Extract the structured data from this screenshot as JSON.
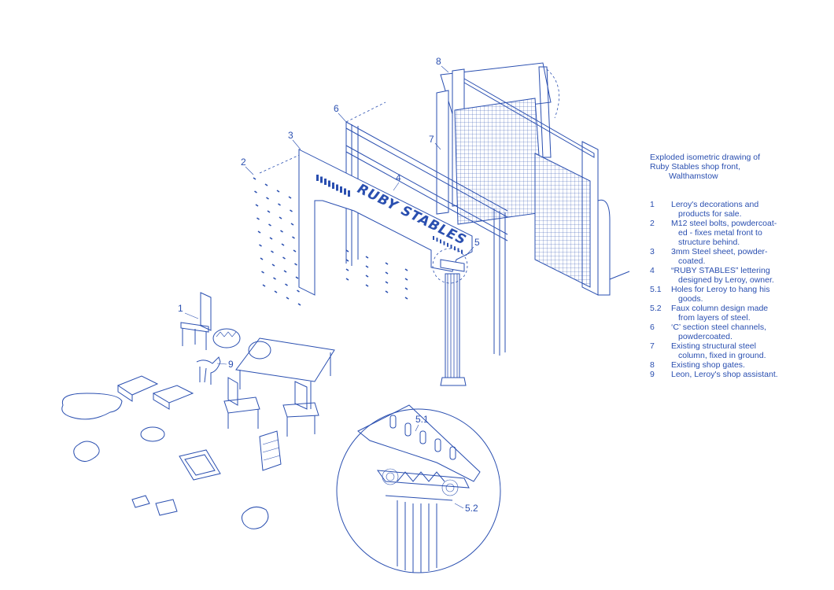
{
  "legend": {
    "title_lines": [
      "Exploded isometric drawing of",
      "Ruby Stables shop front,",
      "Walthamstow"
    ],
    "items": [
      {
        "num": "1",
        "lines": [
          "Leroy's decorations and",
          "products for sale."
        ]
      },
      {
        "num": "2",
        "lines": [
          "M12 steel bolts, powdercoat-",
          "ed - fixes metal front to",
          "structure behind."
        ]
      },
      {
        "num": "3",
        "lines": [
          "3mm Steel sheet, powder-",
          "coated."
        ]
      },
      {
        "num": "4",
        "lines": [
          "“RUBY STABLES” lettering",
          "designed by Leroy, owner."
        ]
      },
      {
        "num": "5.1",
        "lines": [
          "Holes for Leroy to hang his",
          "goods."
        ]
      },
      {
        "num": "5.2",
        "lines": [
          "Faux column design made",
          "from layers of steel."
        ]
      },
      {
        "num": "6",
        "lines": [
          "‘C’ section steel channels,",
          "powdercoated."
        ]
      },
      {
        "num": "7",
        "lines": [
          "Existing structural steel",
          "column, fixed in ground."
        ]
      },
      {
        "num": "8",
        "lines": [
          "Existing shop gates."
        ]
      },
      {
        "num": "9",
        "lines": [
          "Leon, Leroy's shop assistant."
        ]
      }
    ]
  },
  "callouts": {
    "c1": "1",
    "c2": "2",
    "c3": "3",
    "c4": "4",
    "c5": "5",
    "c6": "6",
    "c7": "7",
    "c8": "8",
    "c9": "9",
    "c51": "5.1",
    "c52": "5.2"
  },
  "sign_text": "RUBY STABLES",
  "colors": {
    "ink": "#2a4fb0",
    "paper": "#ffffff"
  }
}
